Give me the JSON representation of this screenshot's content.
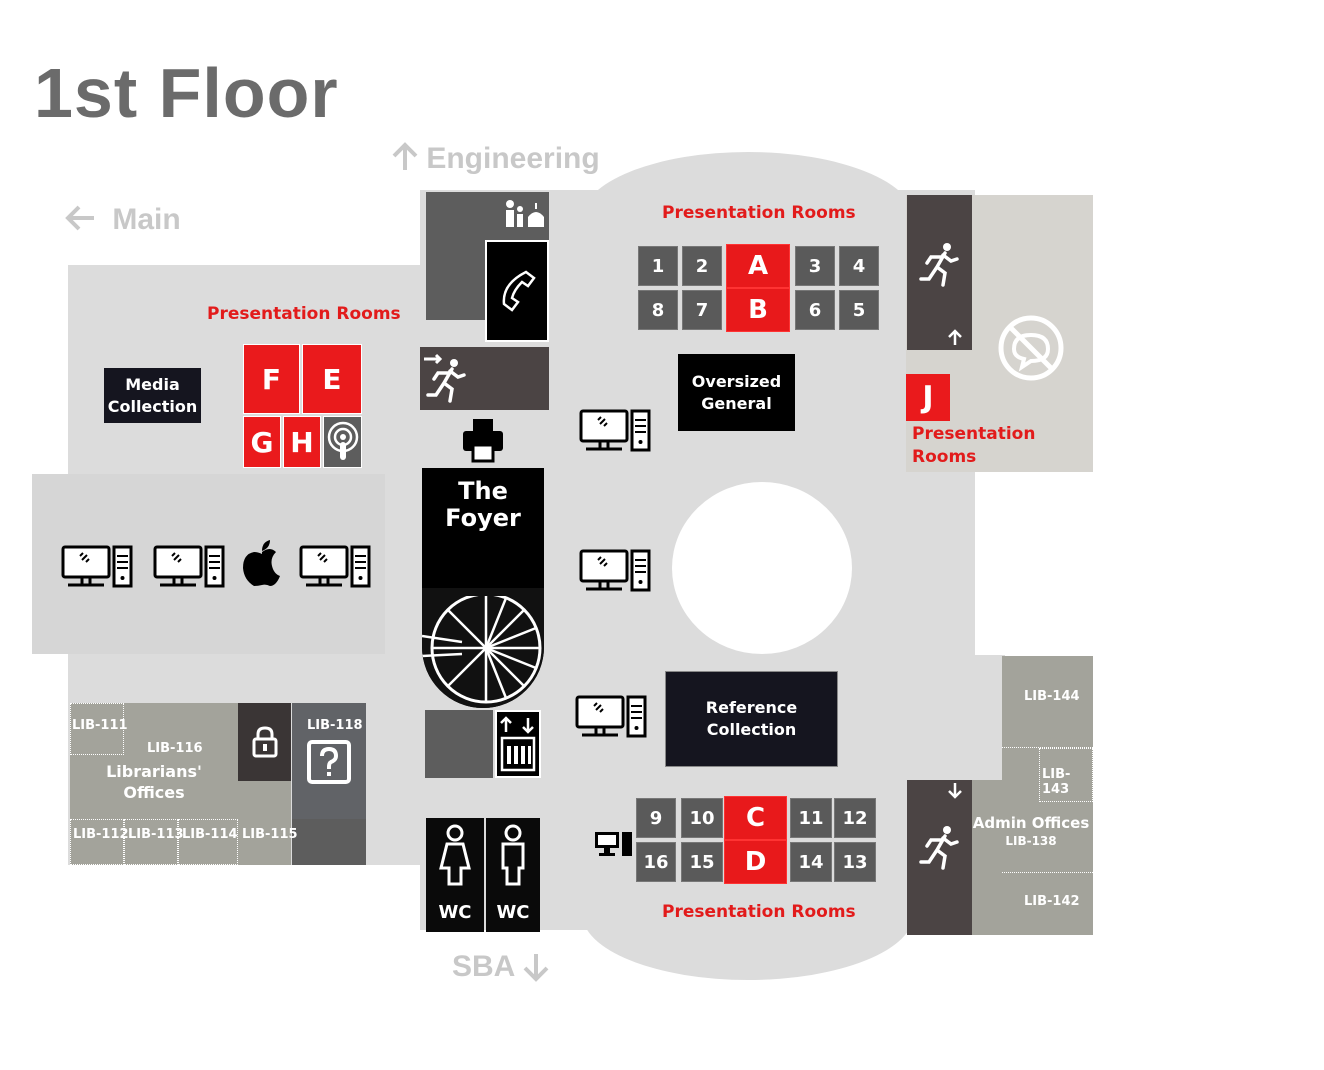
{
  "floor": {
    "title": "1st Floor"
  },
  "directions": {
    "engineering": "Engineering",
    "main": "Main",
    "sba": "SBA"
  },
  "labels": {
    "presentation_rooms": "Presentation Rooms",
    "presentation_line1": "Presentation",
    "presentation_line2": "Rooms",
    "media_line1": "Media",
    "media_line2": "Collection",
    "oversized_line1": "Oversized",
    "oversized_line2": "General",
    "reference_line1": "Reference",
    "reference_line2": "Collection",
    "foyer_line1": "The",
    "foyer_line2": "Foyer",
    "admin_offices": "Admin Offices",
    "librarians_line1": "Librarians'",
    "librarians_line2": "Offices",
    "wc": "WC"
  },
  "rooms_top": {
    "row1": [
      "1",
      "2",
      "A",
      "3",
      "4"
    ],
    "row2": [
      "8",
      "7",
      "B",
      "6",
      "5"
    ]
  },
  "rooms_bottom": {
    "row1": [
      "9",
      "10",
      "C",
      "11",
      "12"
    ],
    "row2": [
      "16",
      "15",
      "D",
      "14",
      "13"
    ]
  },
  "rooms_left": [
    "F",
    "E",
    "G",
    "H"
  ],
  "room_j": "J",
  "lib_rooms": {
    "lib111": "LIB-111",
    "lib116": "LIB-116",
    "lib118": "LIB-118",
    "lib112": "LIB-112",
    "lib113": "LIB-113",
    "lib114": "LIB-114",
    "lib115": "LIB-115",
    "lib144": "LIB-144",
    "lib143": "LIB-143",
    "lib138": "LIB-138",
    "lib142": "LIB-142"
  },
  "colors": {
    "accent_red": "#e8191b",
    "dark": "#15151f",
    "office_gray": "#a3a39b",
    "hall_gray": "#dcdcdc"
  },
  "icons": [
    "arrow-up-icon",
    "arrow-left-icon",
    "arrow-down-icon",
    "prayer-room-icon",
    "phone-icon",
    "emergency-exit-icon",
    "printer-icon",
    "computer-icon",
    "apple-icon",
    "podcast-icon",
    "lock-icon",
    "help-icon",
    "elevator-icon",
    "female-restroom-icon",
    "male-restroom-icon",
    "no-talking-icon",
    "spiral-staircase-icon"
  ]
}
